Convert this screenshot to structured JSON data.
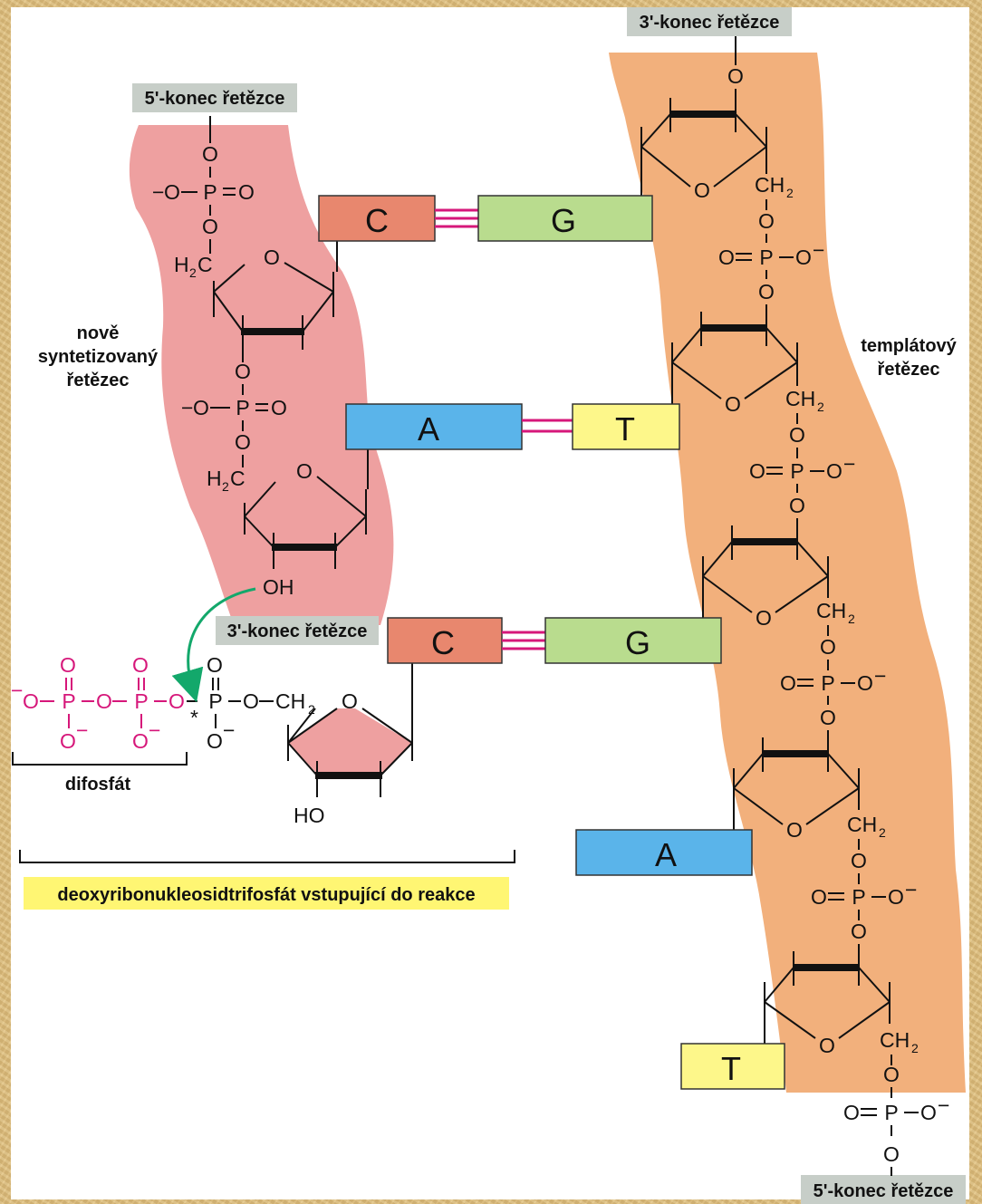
{
  "labels": {
    "top_right_end": "3'-konec řetězce",
    "top_left_end": "5'-konec řetězce",
    "middle_end": "3'-konec řetězce",
    "bottom_right_end": "5'-konec řetězce",
    "new_strand_line1": "nově",
    "new_strand_line2": "syntetizovaný",
    "new_strand_line3": "řetězec",
    "template_line1": "templátový",
    "template_line2": "řetězec",
    "diphosphate": "difosfát",
    "dntp": "deoxyribonukleosidtrifosfát vstupující do reakce"
  },
  "bases": {
    "pair1_left": "C",
    "pair1_right": "G",
    "pair2_left": "A",
    "pair2_right": "T",
    "pair3_left": "C",
    "pair3_right": "G",
    "unpaired1": "A",
    "unpaired2": "T"
  },
  "chem": {
    "O": "O",
    "P": "P",
    "C": "C",
    "H": "H",
    "OH": "OH",
    "HO": "HO",
    "CH": "CH",
    "two": "2",
    "minus": "−",
    "eq": "=",
    "dash": "–",
    "star": "*"
  },
  "colors": {
    "new_strand": "#eea0a0",
    "template_strand": "#f2b07c",
    "C": "#e8876e",
    "G": "#b9dc8e",
    "A": "#5ab4ea",
    "T": "#fdf78a",
    "pink": "#d6177a",
    "label_box": "#c7cec8",
    "dntp_box": "#fff673",
    "arrow": "#13a86b"
  }
}
